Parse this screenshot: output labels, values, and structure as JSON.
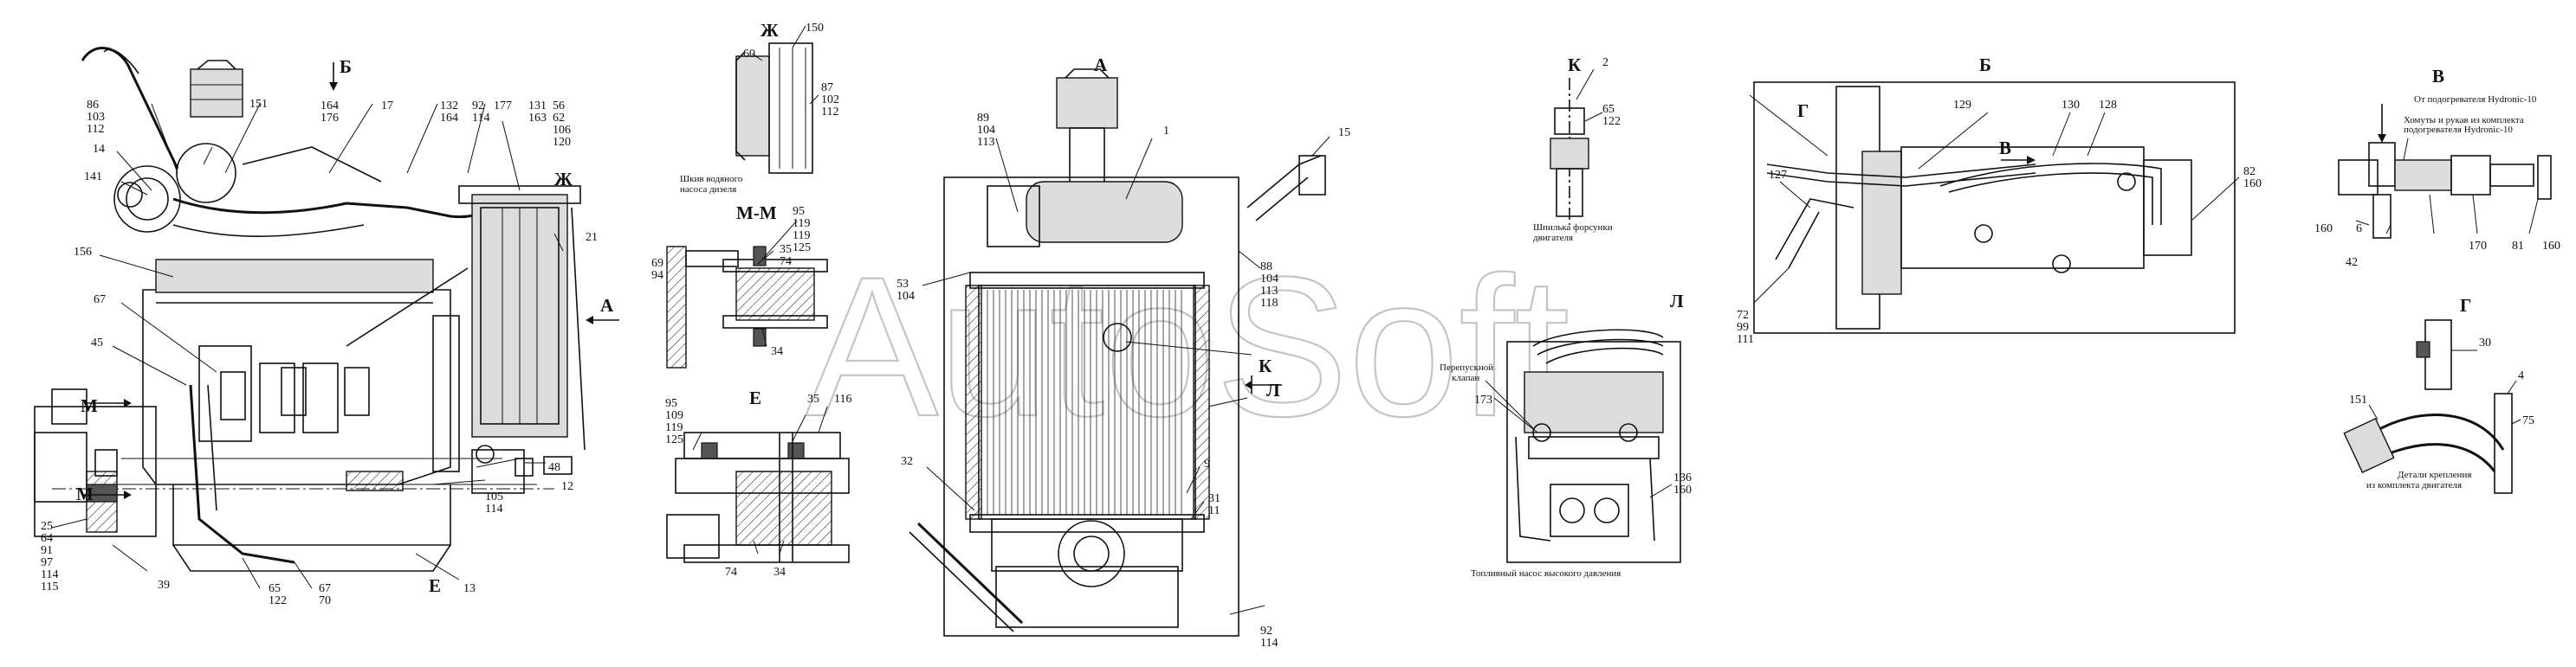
{
  "watermark": "AutoSoft",
  "views": {
    "A": {
      "heading": "А",
      "labels": [
        {
          "id": "89",
          "lines": [
            "89",
            "104",
            "113"
          ]
        },
        {
          "id": "1",
          "lines": [
            "1"
          ]
        },
        {
          "id": "15",
          "lines": [
            "15"
          ]
        },
        {
          "id": "53",
          "lines": [
            "53",
            "104"
          ]
        },
        {
          "id": "88",
          "lines": [
            "88",
            "104",
            "113",
            "118"
          ]
        },
        {
          "id": "K",
          "lines": [
            "К"
          ]
        },
        {
          "id": "L",
          "lines": [
            "Л"
          ]
        },
        {
          "id": "9",
          "lines": [
            "9"
          ]
        },
        {
          "id": "32",
          "lines": [
            "32"
          ]
        },
        {
          "id": "31",
          "lines": [
            "31",
            "11"
          ]
        },
        {
          "id": "92",
          "lines": [
            "92",
            "114"
          ]
        }
      ]
    },
    "main": {
      "labels": [
        {
          "id": "86",
          "lines": [
            "86",
            "103",
            "112"
          ]
        },
        {
          "id": "14",
          "lines": [
            "14"
          ]
        },
        {
          "id": "141",
          "lines": [
            "141"
          ]
        },
        {
          "id": "151",
          "lines": [
            "151"
          ]
        },
        {
          "id": "164",
          "lines": [
            "164",
            "176"
          ]
        },
        {
          "id": "17",
          "lines": [
            "17"
          ]
        },
        {
          "id": "132",
          "lines": [
            "132",
            "164"
          ]
        },
        {
          "id": "92",
          "lines": [
            "92",
            "114"
          ]
        },
        {
          "id": "177",
          "lines": [
            "177"
          ]
        },
        {
          "id": "131",
          "lines": [
            "131",
            "163"
          ]
        },
        {
          "id": "56",
          "lines": [
            "56",
            "62",
            "106",
            "120"
          ]
        },
        {
          "id": "B_arrow",
          "lines": [
            "Б"
          ]
        },
        {
          "id": "Zh",
          "lines": [
            "Ж"
          ]
        },
        {
          "id": "156",
          "lines": [
            "156"
          ]
        },
        {
          "id": "21",
          "lines": [
            "21"
          ]
        },
        {
          "id": "A_arrow",
          "lines": [
            "А"
          ]
        },
        {
          "id": "67",
          "lines": [
            "67"
          ]
        },
        {
          "id": "45",
          "lines": [
            "45"
          ]
        },
        {
          "id": "M_top",
          "lines": [
            "М"
          ]
        },
        {
          "id": "M_bot",
          "lines": [
            "М"
          ]
        },
        {
          "id": "48",
          "lines": [
            "48"
          ]
        },
        {
          "id": "12",
          "lines": [
            "12"
          ]
        },
        {
          "id": "105",
          "lines": [
            "105",
            "114"
          ]
        },
        {
          "id": "25",
          "lines": [
            "25",
            "64",
            "91",
            "97",
            "114",
            "115"
          ]
        },
        {
          "id": "39",
          "lines": [
            "39"
          ]
        },
        {
          "id": "65",
          "lines": [
            "65",
            "122"
          ]
        },
        {
          "id": "67b",
          "lines": [
            "67",
            "70"
          ]
        },
        {
          "id": "E",
          "lines": [
            "Е"
          ]
        },
        {
          "id": "13",
          "lines": [
            "13"
          ]
        }
      ]
    },
    "Zh": {
      "heading": "Ж",
      "labels": [
        {
          "id": "150",
          "lines": [
            "150"
          ]
        },
        {
          "id": "60",
          "lines": [
            "60"
          ]
        },
        {
          "id": "87",
          "lines": [
            "87",
            "102",
            "112"
          ]
        }
      ],
      "caption": [
        "Шкив водяного",
        "насоса дизеля"
      ]
    },
    "MM": {
      "heading": "М-М",
      "labels": [
        {
          "id": "95",
          "lines": [
            "95",
            "119",
            "119",
            "125"
          ]
        },
        {
          "id": "69",
          "lines": [
            "69",
            "94"
          ]
        },
        {
          "id": "35",
          "lines": [
            "35",
            "74"
          ]
        },
        {
          "id": "34",
          "lines": [
            "34"
          ]
        }
      ]
    },
    "E": {
      "heading": "Е",
      "labels": [
        {
          "id": "95",
          "lines": [
            "95",
            "109",
            "119",
            "125"
          ]
        },
        {
          "id": "35",
          "lines": [
            "35"
          ]
        },
        {
          "id": "116",
          "lines": [
            "116"
          ]
        },
        {
          "id": "74",
          "lines": [
            "74"
          ]
        },
        {
          "id": "34",
          "lines": [
            "34"
          ]
        }
      ]
    },
    "K": {
      "heading": "К",
      "labels": [
        {
          "id": "2",
          "lines": [
            "2"
          ]
        },
        {
          "id": "65",
          "lines": [
            "65",
            "122"
          ]
        }
      ],
      "caption": [
        "Шпилька форсунки",
        "двигателя"
      ]
    },
    "L": {
      "heading": "Л",
      "labels": [
        {
          "id": "173",
          "lines": [
            "173"
          ]
        },
        {
          "id": "136",
          "lines": [
            "136",
            "160"
          ]
        }
      ],
      "notes": [
        "Перепускной",
        "клапан"
      ],
      "caption": "Топливный насос высокого давления"
    },
    "B": {
      "heading": "Б",
      "labels": [
        {
          "id": "G",
          "lines": [
            "Г"
          ]
        },
        {
          "id": "129",
          "lines": [
            "129"
          ]
        },
        {
          "id": "130",
          "lines": [
            "130"
          ]
        },
        {
          "id": "128",
          "lines": [
            "128"
          ]
        },
        {
          "id": "V",
          "lines": [
            "В"
          ]
        },
        {
          "id": "127",
          "lines": [
            "127"
          ]
        },
        {
          "id": "82",
          "lines": [
            "82",
            "160"
          ]
        },
        {
          "id": "72",
          "lines": [
            "72",
            "99",
            "111"
          ]
        }
      ]
    },
    "V": {
      "heading": "В",
      "notes": [
        "От подогревателя Hydronic-10",
        "Хомуты и рукав из комплекта",
        "подогревателя Hydronic-10"
      ],
      "labels": [
        {
          "id": "160a",
          "lines": [
            "160"
          ]
        },
        {
          "id": "6",
          "lines": [
            "6"
          ]
        },
        {
          "id": "42",
          "lines": [
            "42"
          ]
        },
        {
          "id": "170",
          "lines": [
            "170"
          ]
        },
        {
          "id": "81",
          "lines": [
            "81"
          ]
        },
        {
          "id": "160b",
          "lines": [
            "160"
          ]
        }
      ]
    },
    "G": {
      "heading": "Г",
      "labels": [
        {
          "id": "30",
          "lines": [
            "30"
          ]
        },
        {
          "id": "4",
          "lines": [
            "4"
          ]
        },
        {
          "id": "151",
          "lines": [
            "151"
          ]
        },
        {
          "id": "75",
          "lines": [
            "75"
          ]
        }
      ],
      "caption": [
        "Детали крепления",
        "из комплекта двигателя"
      ]
    }
  }
}
